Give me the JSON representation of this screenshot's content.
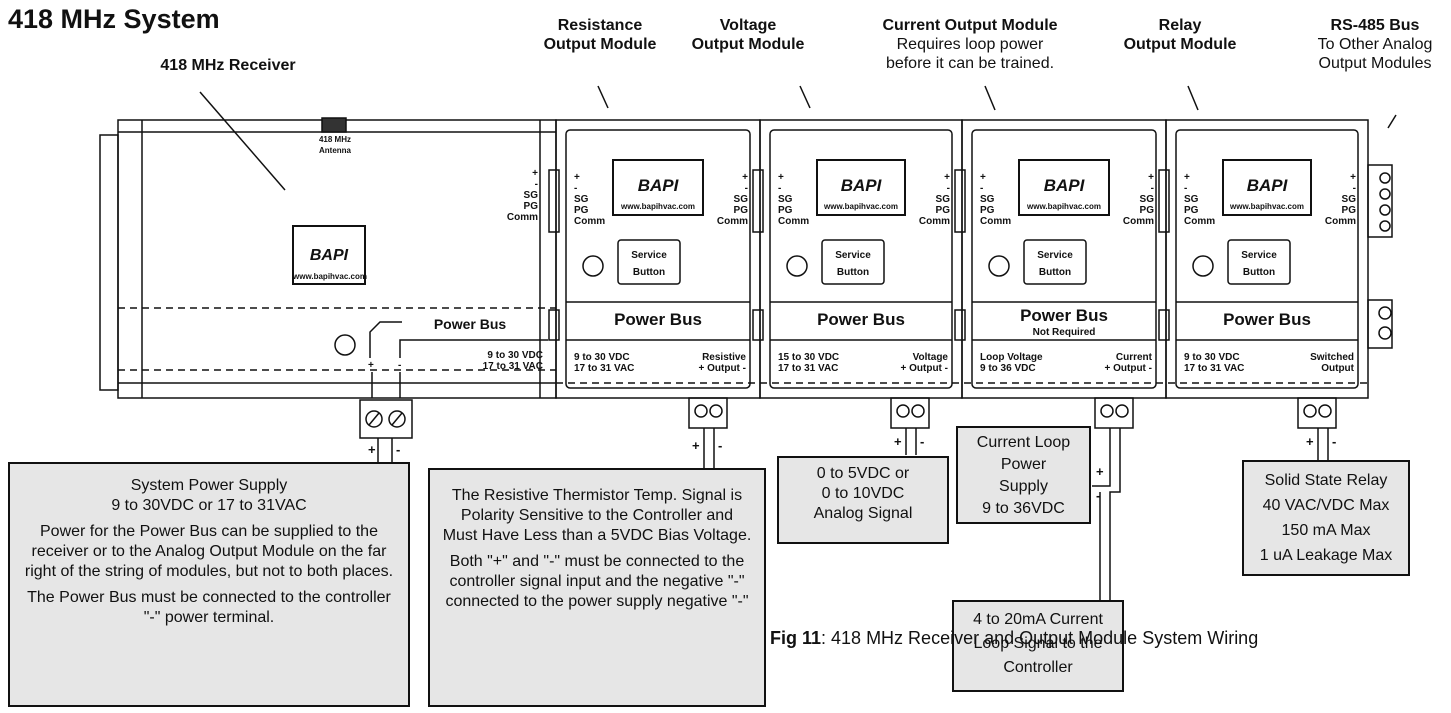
{
  "title": "418 MHz System",
  "headers": {
    "receiver": "418 MHz Receiver",
    "resistance": [
      "Resistance",
      "Output Module"
    ],
    "voltage": [
      "Voltage",
      "Output Module"
    ],
    "current": [
      "Current Output Module",
      "Requires loop power",
      "before it can be trained."
    ],
    "relay": [
      "Relay",
      "Output Module"
    ],
    "rs485": [
      "RS-485 Bus",
      "To Other Analog",
      "Output Modules"
    ]
  },
  "receiver": {
    "antenna": [
      "418 MHz",
      "Antenna"
    ],
    "terminals": [
      "+",
      "-",
      "SG",
      "PG",
      "Comm"
    ],
    "power_bus": "Power Bus",
    "power_spec": [
      "9 to 30 VDC",
      "17 to 31 VAC"
    ],
    "logo": "BAPI",
    "url": "www.bapihvac.com",
    "plus": "+",
    "minus": "-"
  },
  "modules": [
    {
      "id": "resistance",
      "spec": [
        "9 to 30 VDC",
        "17 to 31 VAC"
      ],
      "output": [
        "Resistive",
        "+ Output -"
      ],
      "note": ""
    },
    {
      "id": "voltage",
      "spec": [
        "15 to 30 VDC",
        "17 to 31 VAC"
      ],
      "output": [
        "Voltage",
        "+ Output -"
      ],
      "note": ""
    },
    {
      "id": "current",
      "spec": [
        "Loop Voltage",
        "9 to 36 VDC"
      ],
      "output": [
        "Current",
        "+ Output -"
      ],
      "note": "Not Required"
    },
    {
      "id": "relay",
      "spec": [
        "9 to 30 VDC",
        "17 to 31 VAC"
      ],
      "output": [
        "Switched",
        "Output"
      ],
      "note": ""
    }
  ],
  "module_common": {
    "power_bus": "Power Bus",
    "service": [
      "Service",
      "Button"
    ],
    "logo": "BAPI",
    "url": "www.bapihvac.com",
    "sg": "SG",
    "pg": "PG",
    "comm": "Comm",
    "plus": "+",
    "minus": "-"
  },
  "notes": {
    "system_power": [
      "System Power Supply",
      "9 to 30VDC or 17 to 31VAC",
      "Power for the Power Bus can be supplied to the receiver or to the Analog Output Module on the far right of the string of modules, but not to both places.",
      "The Power Bus must be connected to the controller \"-\" power terminal."
    ],
    "resistive": [
      "The Resistive Thermistor Temp. Signal is Polarity Sensitive to the Controller and Must Have Less than a 5VDC Bias Voltage.",
      "Both \"+\" and \"-\" must be connected to the controller signal input and the negative \"-\" connected to the power supply negative \"-\""
    ],
    "analog": [
      "0 to 5VDC or",
      "0 to 10VDC",
      "Analog Signal"
    ],
    "loop_power": [
      "Current Loop",
      "Power",
      "Supply",
      "9 to 36VDC"
    ],
    "loop_signal": [
      "4 to 20mA Current",
      "Loop Signal to the",
      "Controller"
    ],
    "relay": [
      "Solid State Relay",
      "40 VAC/VDC Max",
      "150 mA Max",
      "1 uA Leakage Max"
    ]
  },
  "wire_polarity": {
    "plus": "+",
    "minus": "-"
  },
  "caption": {
    "label": "Fig 11",
    "text": ": 418 MHz Receiver and Output Module System Wiring"
  }
}
